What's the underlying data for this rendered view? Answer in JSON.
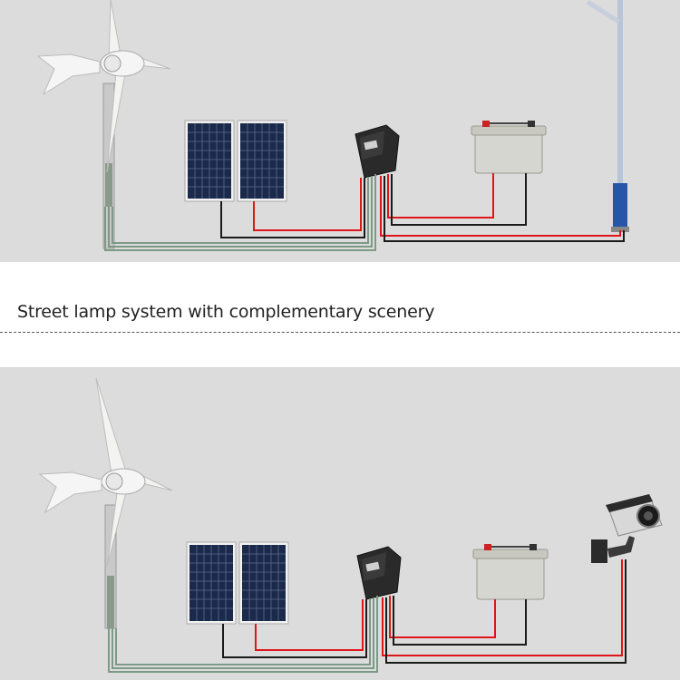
{
  "caption": "Street lamp system with complementary scenery",
  "scenes": [
    {
      "load": "street-lamp"
    },
    {
      "load": "surveillance-camera"
    }
  ],
  "colors": {
    "background_panel": "#dcdcdc",
    "wire_positive": "#e0141b",
    "wire_negative": "#1a1a1a",
    "wire_turbine": "#7c9a86",
    "solar_cell": "#1b2a4a",
    "battery": "#d6d6d0"
  }
}
